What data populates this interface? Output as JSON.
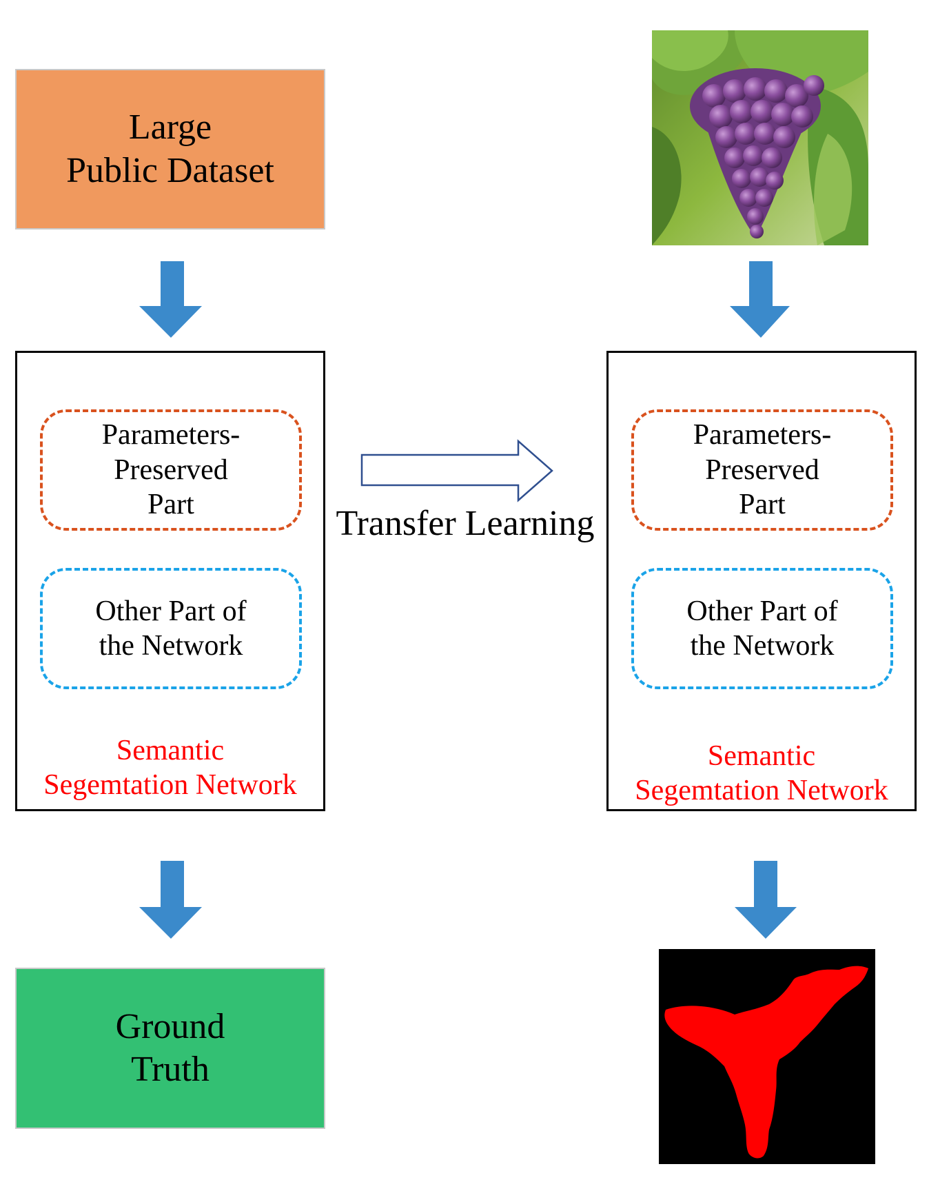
{
  "source_box": {
    "line1": "Large",
    "line2": "Public Dataset"
  },
  "ground_truth_box": {
    "line1": "Ground",
    "line2": "Truth"
  },
  "left_network": {
    "preserved": {
      "line1": "Parameters-",
      "line2": "Preserved",
      "line3": "Part"
    },
    "other": {
      "line1": "Other Part of",
      "line2": "the Network"
    },
    "title": {
      "line1": "Semantic",
      "line2": "Segemtation Network"
    }
  },
  "right_network": {
    "preserved": {
      "line1": "Parameters-",
      "line2": "Preserved",
      "line3": "Part"
    },
    "other": {
      "line1": "Other Part of",
      "line2": "the Network"
    },
    "title": {
      "line1": "Semantic",
      "line2": "Segemtation Network"
    }
  },
  "transfer_label": "Transfer Learning",
  "colors": {
    "source_fill": "#F0995E",
    "ground_truth_fill": "#33C073",
    "flow_arrow": "#3B8ACB",
    "transfer_arrow_stroke": "#2F4F8F",
    "preserved_dash": "#D9521E",
    "other_dash": "#1AA3E8",
    "network_title": "#FF0000",
    "mask_fill": "#FF0000"
  },
  "images": {
    "input": "grape-cluster-photo",
    "output": "segmentation-mask"
  }
}
